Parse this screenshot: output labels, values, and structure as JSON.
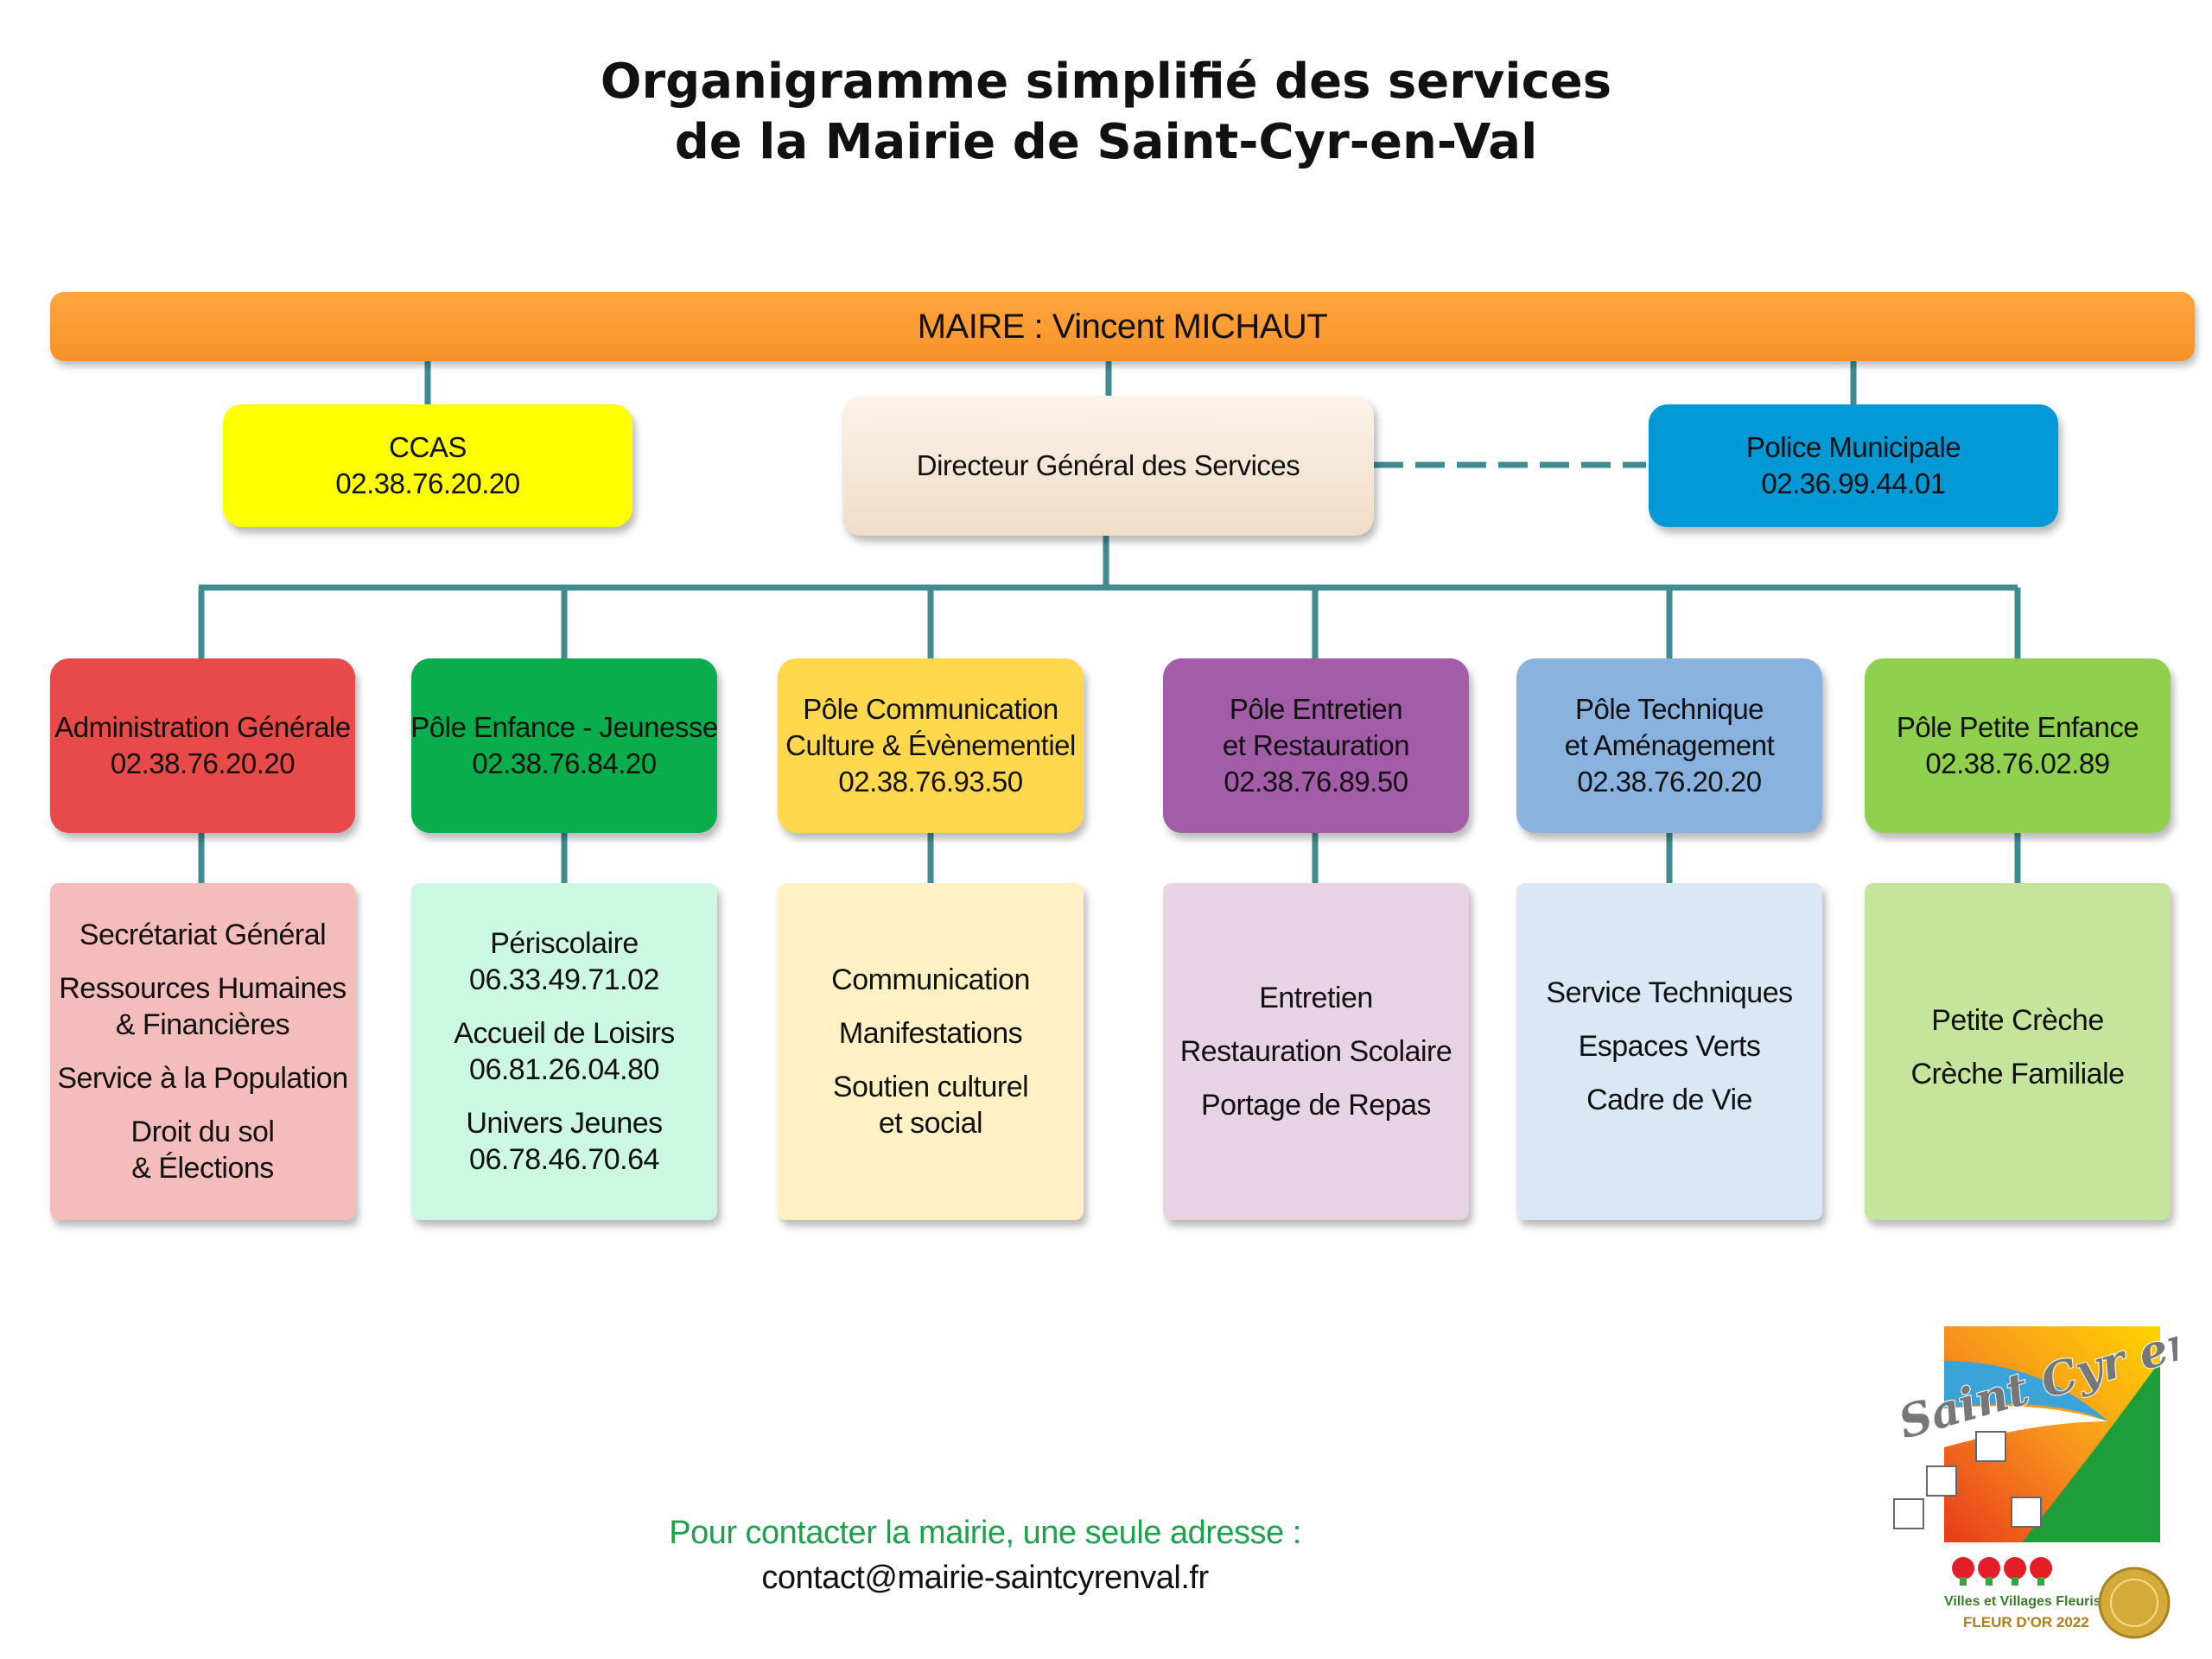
{
  "title": {
    "line1": "Organigramme simplifié des services",
    "line2": "de la Mairie de Saint-Cyr-en-Val"
  },
  "mayor": {
    "label": "MAIRE :  Vincent MICHAUT"
  },
  "colors": {
    "connector": "#3f8b90",
    "mayor": "#f7962e",
    "ccas": "#ffff00",
    "dgs": "#f3e3d0",
    "police": "#0299d6",
    "admin": "#e84a4a",
    "admin_light": "#f5bcbc",
    "enfance": "#09ad4c",
    "enfance_light": "#ccf7e3",
    "comm": "#ffd84e",
    "comm_light": "#fff1c4",
    "entretien": "#a25ca8",
    "entretien_light": "#e7d3e4",
    "tech": "#8ab2de",
    "tech_light": "#dae8f6",
    "petite": "#8fd14e",
    "petite_light": "#c6e59c",
    "contact_green": "#1aa34a"
  },
  "ccas": {
    "name": "CCAS",
    "phone": "02.38.76.20.20"
  },
  "dgs": {
    "name": "Directeur Général des Services"
  },
  "police": {
    "name": "Police Municipale",
    "phone": "02.36.99.44.01"
  },
  "poles": [
    {
      "lines": [
        "Administration Générale"
      ],
      "phone": "02.38.76.20.20"
    },
    {
      "lines": [
        "Pôle Enfance  - Jeunesse"
      ],
      "phone": "02.38.76.84.20"
    },
    {
      "lines": [
        "Pôle Communication",
        "Culture & Évènementiel"
      ],
      "phone": "02.38.76.93.50"
    },
    {
      "lines": [
        "Pôle Entretien",
        "et Restauration"
      ],
      "phone": "02.38.76.89.50"
    },
    {
      "lines": [
        "Pôle Technique",
        "et Aménagement"
      ],
      "phone": "02.38.76.20.20"
    },
    {
      "lines": [
        "Pôle Petite Enfance"
      ],
      "phone": "02.38.76.02.89"
    }
  ],
  "services": {
    "admin": [
      "Secrétariat Général",
      "Ressources Humaines",
      "& Financières",
      "Service à la Population",
      "Droit du sol",
      "& Élections"
    ],
    "enfance": [
      {
        "name": "Périscolaire",
        "phone": "06.33.49.71.02"
      },
      {
        "name": "Accueil de Loisirs",
        "phone": "06.81.26.04.80"
      },
      {
        "name": "Univers Jeunes",
        "phone": "06.78.46.70.64"
      }
    ],
    "comm": [
      "Communication",
      "Manifestations",
      "Soutien culturel",
      "et social"
    ],
    "entretien": [
      "Entretien",
      "Restauration  Scolaire",
      "Portage  de  Repas"
    ],
    "tech": [
      "Service Techniques",
      "Espaces Verts",
      "Cadre de Vie"
    ],
    "petite": [
      "Petite Crèche",
      "Crèche Familiale"
    ]
  },
  "contact": {
    "line1": "Pour contacter la mairie, une seule adresse :",
    "email": "contact@mairie-saintcyrenval.fr"
  },
  "logo": {
    "wordmark": "Saint Cyr en Val",
    "label_villes": "Villes et Villages Fleuris",
    "label_fleur": "FLEUR D'OR 2022"
  }
}
